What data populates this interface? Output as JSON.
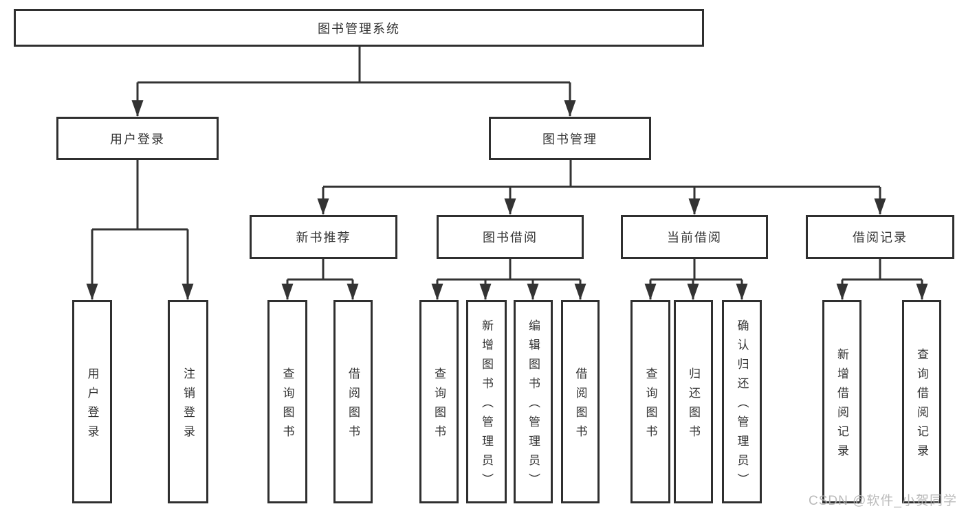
{
  "tree": {
    "label": "图书管理系统",
    "children": [
      {
        "label": "用户登录",
        "children": [
          {
            "label": "用户登录"
          },
          {
            "label": "注销登录"
          }
        ]
      },
      {
        "label": "图书管理",
        "children": [
          {
            "label": "新书推荐",
            "children": [
              {
                "label": "查询图书"
              },
              {
                "label": "借阅图书"
              }
            ]
          },
          {
            "label": "图书借阅",
            "children": [
              {
                "label": "查询图书"
              },
              {
                "label": "新增图书（管理员）"
              },
              {
                "label": "编辑图书（管理员）"
              },
              {
                "label": "借阅图书"
              }
            ]
          },
          {
            "label": "当前借阅",
            "children": [
              {
                "label": "查询图书"
              },
              {
                "label": "归还图书"
              },
              {
                "label": "确认归还（管理员）"
              }
            ]
          },
          {
            "label": "借阅记录",
            "children": [
              {
                "label": "新增借阅记录"
              },
              {
                "label": "查询借阅记录"
              }
            ]
          }
        ]
      }
    ]
  },
  "watermark": {
    "text": "CSDN @软件_小贺同学"
  },
  "colors": {
    "line": "#333333",
    "border": "#2f2f2f",
    "text": "#333333",
    "watermark": "#b2b2b2",
    "background": "#ffffff"
  }
}
